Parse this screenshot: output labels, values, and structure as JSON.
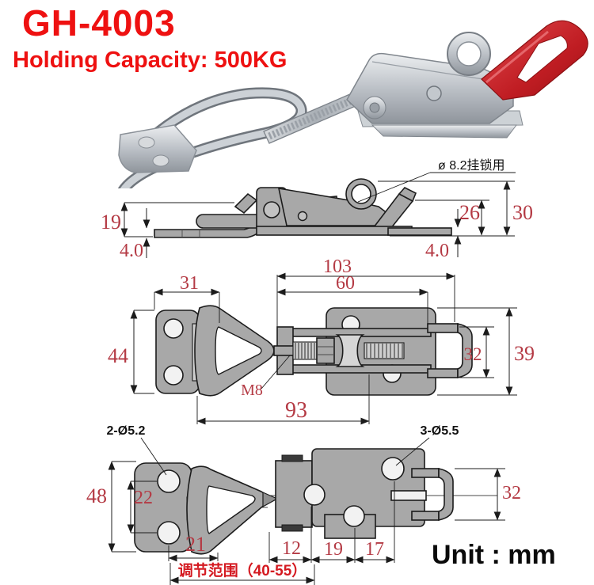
{
  "header": {
    "model": "GH-4003",
    "capacity": "Holding Capacity: 500KG"
  },
  "colors": {
    "accent_red": "#ee1111",
    "dimension_red": "#b43a44",
    "range_red": "#d41920",
    "metal_gray": "#a8a8a8",
    "handle_red": "#c0181d",
    "line_black": "#1c1c1c"
  },
  "side_view": {
    "annotation": "ø 8.2挂锁用",
    "dim_height_left": "19",
    "dim_thickness_left": "4.0",
    "dim_height_inner": "26",
    "dim_height_overall": "30",
    "dim_thickness_right": "4.0"
  },
  "top_view": {
    "dim_length_overall": "103",
    "dim_length_inner": "60",
    "dim_plate_width": "31",
    "dim_plate_height": "44",
    "dim_loop_height": "32",
    "dim_body_height": "39",
    "dim_center_length": "93",
    "thread_label": "M8"
  },
  "bottom_view": {
    "holes_left_label": "2-Ø5.2",
    "holes_right_label": "3-Ø5.5",
    "dim_height": "48",
    "dim_hole_pitch": "22",
    "dim_slot": "21",
    "dim_seg1": "12",
    "dim_seg2": "19",
    "dim_seg3": "17",
    "dim_loop_height": "32",
    "adjust_range_label": "调节范围（40-55）"
  },
  "footer": {
    "unit_label": "Unit : mm"
  }
}
